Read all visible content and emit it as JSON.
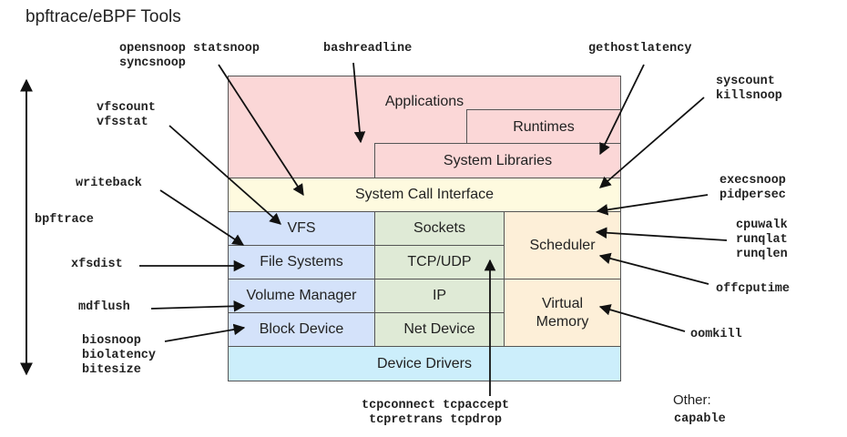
{
  "title": "bpftrace/eBPF Tools",
  "side_label": "bpftrace",
  "layers": {
    "applications": "Applications",
    "runtimes": "Runtimes",
    "system_libraries": "System Libraries",
    "system_call_interface": "System Call Interface",
    "vfs": "VFS",
    "file_systems": "File Systems",
    "volume_manager": "Volume Manager",
    "block_device": "Block Device",
    "sockets": "Sockets",
    "tcp_udp": "TCP/UDP",
    "ip": "IP",
    "net_device": "Net Device",
    "scheduler": "Scheduler",
    "virtual_memory": "Virtual\nMemory",
    "device_drivers": "Device Drivers"
  },
  "tools": {
    "opensnoop_group": "opensnoop statsnoop\nsyncsnoop",
    "bashreadline": "bashreadline",
    "gethostlatency": "gethostlatency",
    "syscount_group": "syscount\nkillsnoop",
    "vfscount_group": "vfscount\nvfsstat",
    "writeback": "writeback",
    "execsnoop_group": "execsnoop\npidpersec",
    "cpuwalk_group": "cpuwalk\nrunqlat\nrunqlen",
    "xfsdist": "xfsdist",
    "offcputime": "offcputime",
    "mdflush": "mdflush",
    "oomkill": "oomkill",
    "biosnoop_group": "biosnoop\nbiolatency\nbitesize",
    "tcp_group": "tcpconnect tcpaccept\n tcpretrans tcpdrop"
  },
  "other": {
    "label": "Other:",
    "tool": "capable"
  },
  "colors": {
    "applications": "#fbd7d7",
    "syscall": "#fefadf",
    "storage": "#d4e2fa",
    "network": "#dfead6",
    "cpu_mem": "#fdefd8",
    "drivers": "#cceefb"
  }
}
